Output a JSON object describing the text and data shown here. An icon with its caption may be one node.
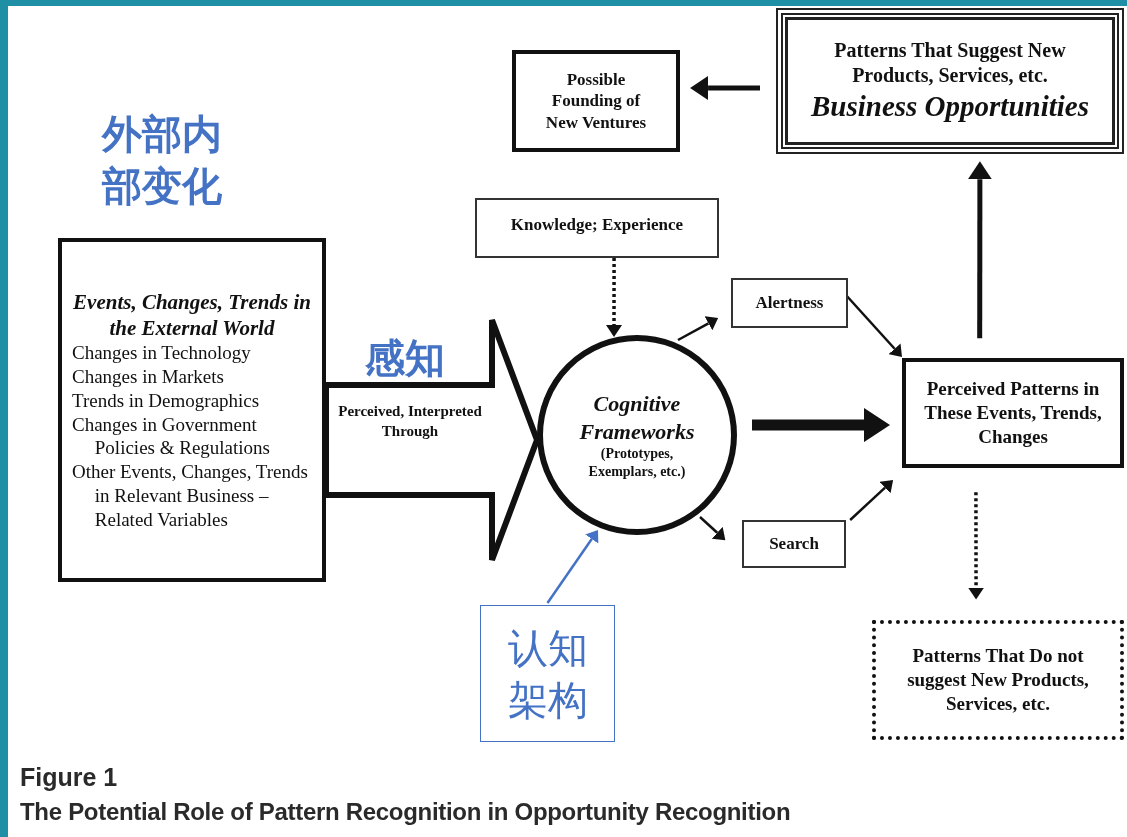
{
  "diagram": {
    "caption": "The Potential Role of Pattern Recognition in Opportunity Recognition",
    "nodes": [
      {
        "text": [
          "Events, Changes, Trends in the External World",
          "Changes in Technology",
          "Changes in Markets",
          "Trends in Demographics",
          "Changes in Government Policies & Regulations",
          "Other Events, Changes, Trends in Relevant Business –Related Variables"
        ],
        "beside": [
          "外部内部变化"
        ]
      },
      {
        "text": [
          "Knowledge; Experience"
        ]
      },
      {
        "text": [
          "Cognitive Frameworks",
          "(Prototypes, Exemplars, etc.)"
        ]
      },
      {
        "text": [
          "Alertness"
        ]
      },
      {
        "text": [
          "Search"
        ]
      },
      {
        "text": [
          "Perceived Patterns in These Events, Trends, Changes"
        ]
      },
      {
        "text": [
          "Patterns That Suggest New Products, Services, etc.",
          "Business Opportunities"
        ]
      },
      {
        "text": [
          "Possible Founding of New Ventures"
        ]
      },
      {
        "text": [
          "Patterns That Do not suggest New Products, Services, etc."
        ]
      },
      {
        "text": [
          "认知架构"
        ]
      }
    ],
    "edges": [
      {
        "from": 0,
        "to": 2,
        "arrow": "to",
        "label": "Perceived, Interpreted Through",
        "style": "thick"
      },
      {
        "from": 1,
        "to": 2,
        "arrow": "to",
        "style": "dashed"
      },
      {
        "from": 2,
        "to": 3,
        "arrow": "to"
      },
      {
        "from": 2,
        "to": 4,
        "arrow": "to"
      },
      {
        "from": 3,
        "to": 5,
        "arrow": "to"
      },
      {
        "from": 4,
        "to": 5,
        "arrow": "to"
      },
      {
        "from": 2,
        "to": 5,
        "arrow": "to",
        "style": "thick"
      },
      {
        "from": 5,
        "to": 6,
        "arrow": "to",
        "style": "thick"
      },
      {
        "from": 6,
        "to": 7,
        "arrow": "to",
        "style": "thick"
      },
      {
        "from": 5,
        "to": 8,
        "arrow": "to",
        "style": "dashed"
      },
      {
        "from": 9,
        "to": 2,
        "arrow": "to",
        "color": "#4472c4"
      }
    ],
    "labels": [
      "感知",
      "Figure 1"
    ]
  }
}
